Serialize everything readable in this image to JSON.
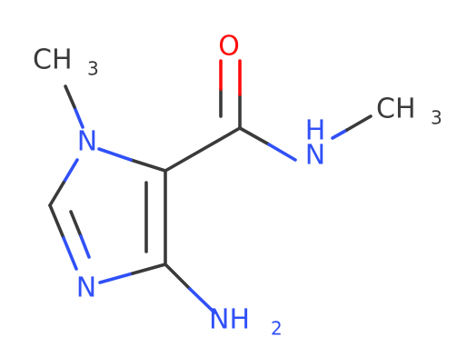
{
  "molecule": {
    "colors": {
      "bond": "#3a3a3a",
      "carbon": "#3a3a3a",
      "nitrogen": "#3050f8",
      "oxygen": "#ff0d0d"
    },
    "labels": {
      "oxygen": "O",
      "amide_nh": "N",
      "amide_h": "H",
      "amide_methyl": "CH",
      "amide_methyl_sub": "3",
      "n1_methyl": "CH",
      "n1_methyl_sub": "3",
      "ring_n1": "N",
      "ring_n3": "N",
      "amino": "NH",
      "amino_sub": "2"
    }
  }
}
